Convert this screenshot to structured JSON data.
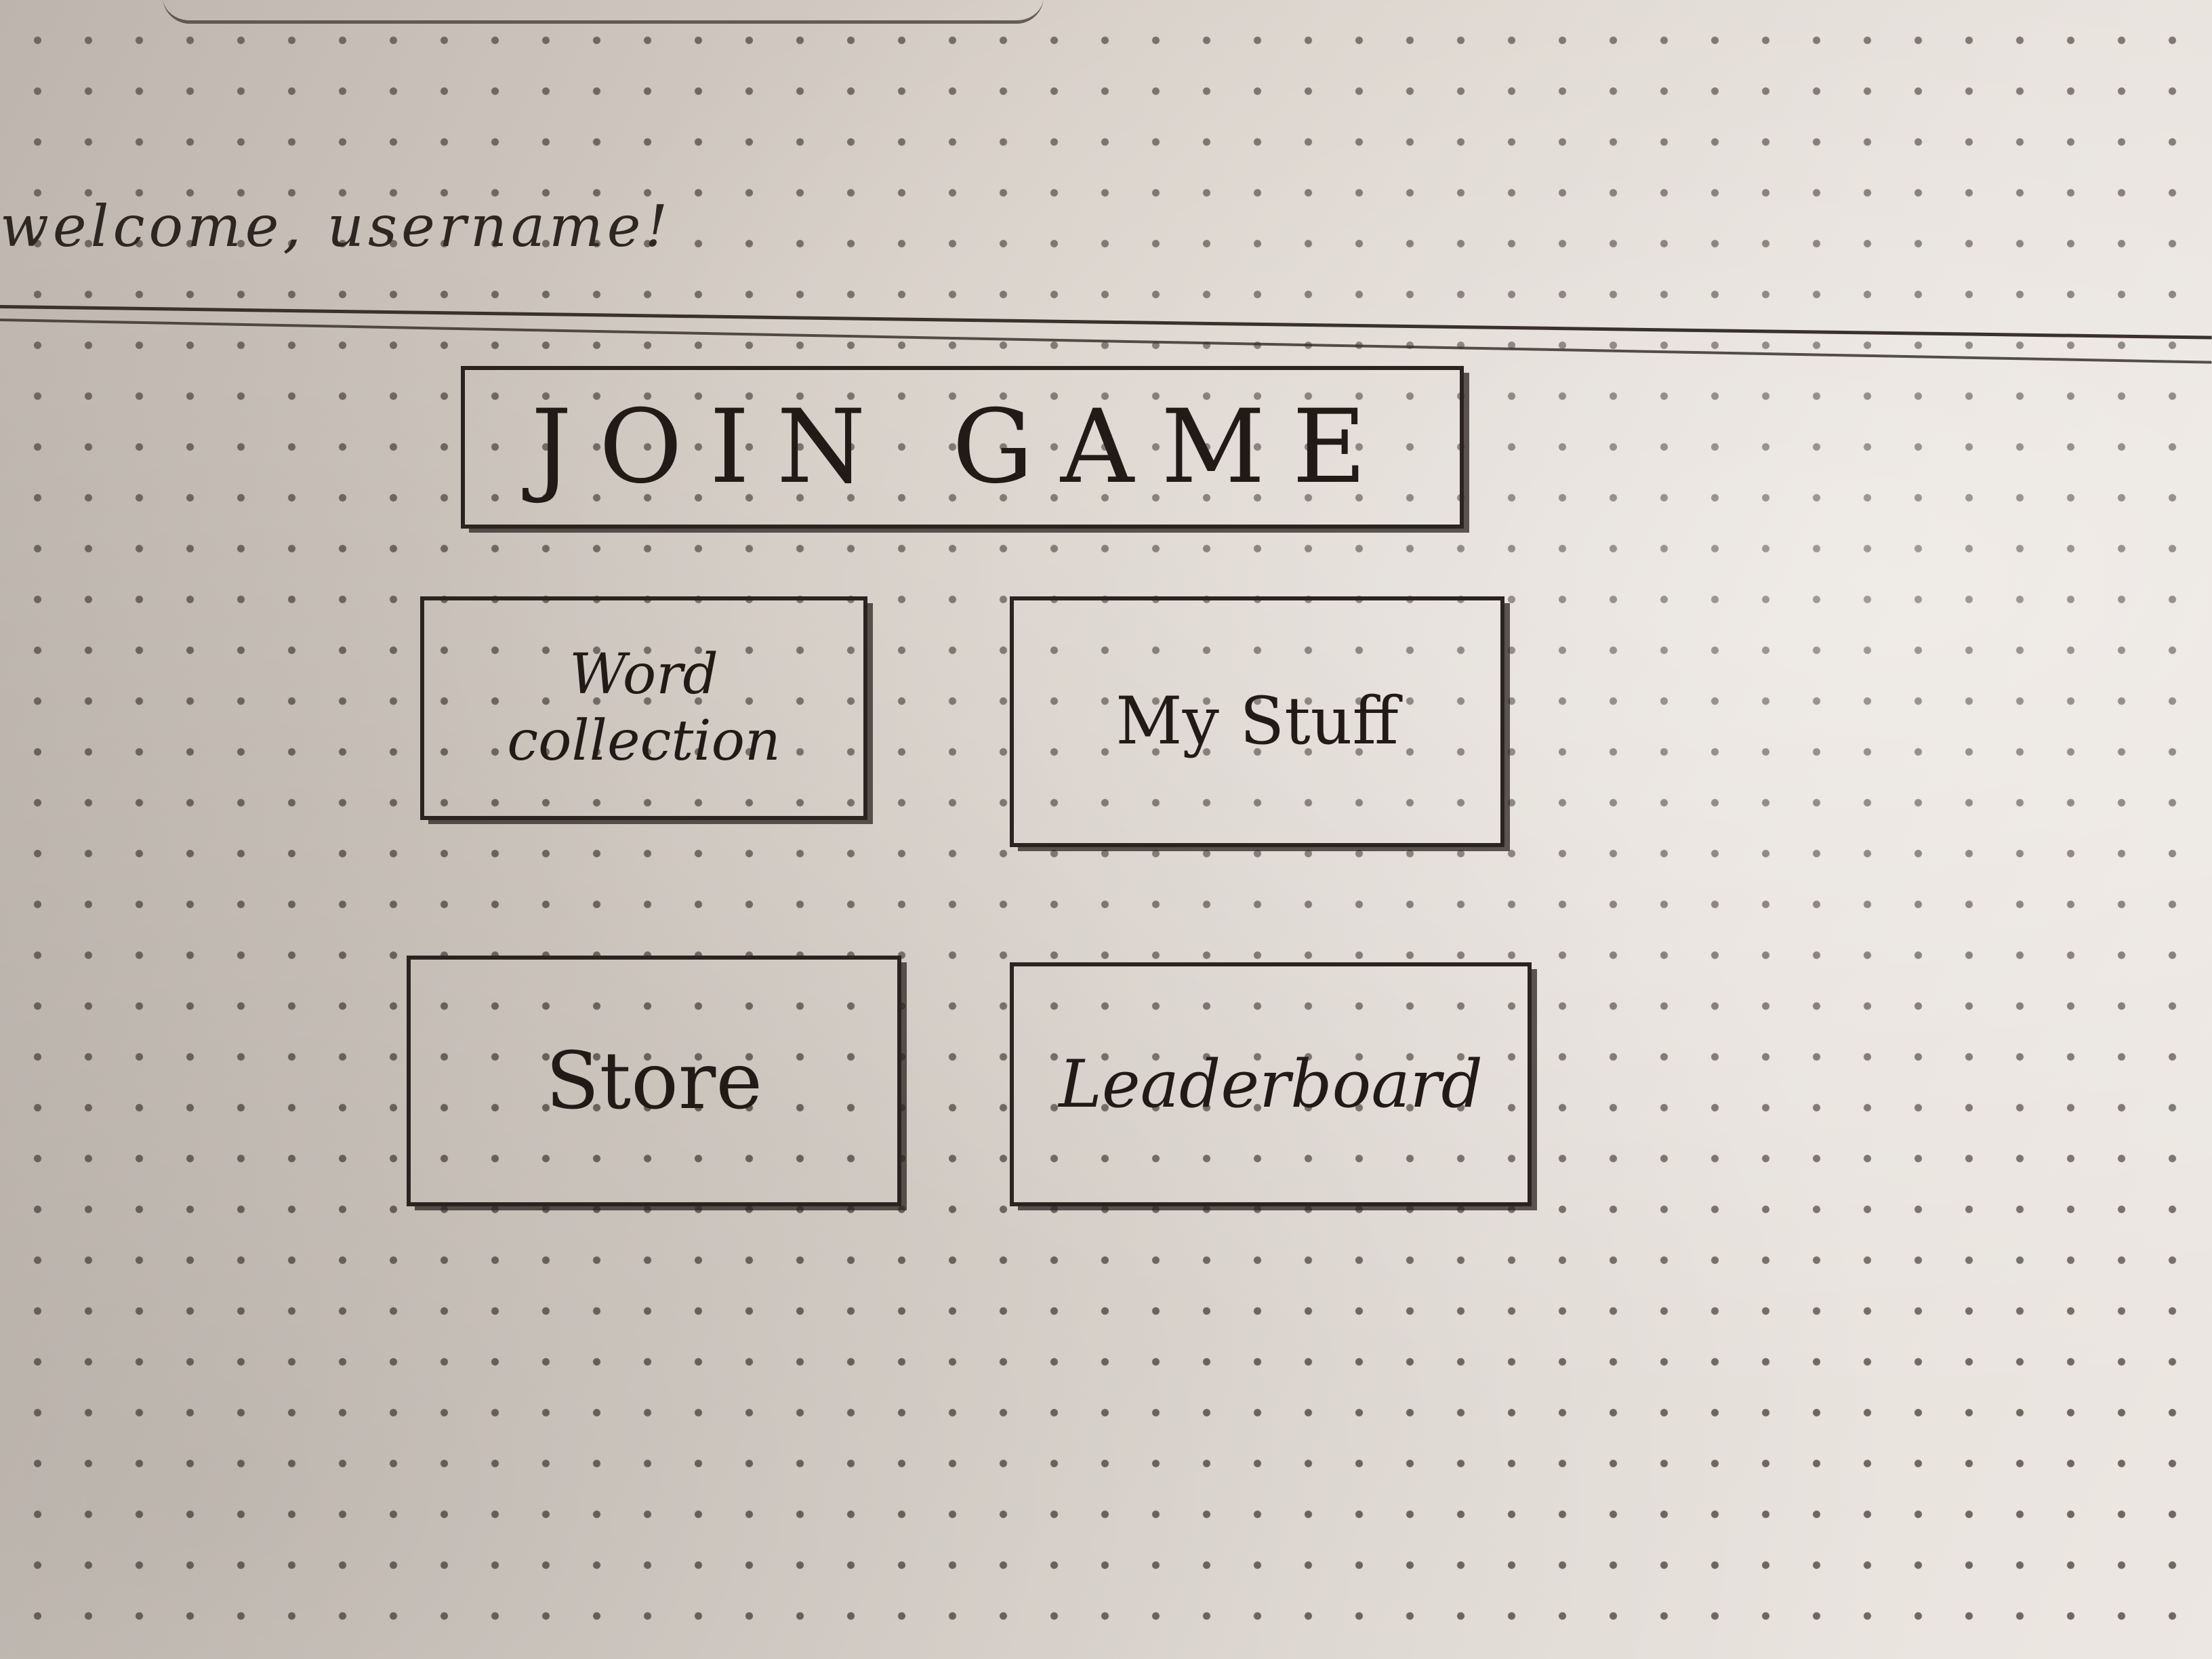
{
  "header": {
    "welcome_text": "welcome, username!"
  },
  "menu": {
    "join_game": "JOIN GAME",
    "word_collection": "Word collection",
    "my_stuff": "My Stuff",
    "store": "Store",
    "leaderboard": "Leaderboard"
  },
  "colors": {
    "ink": "#2b2320",
    "paper": "#d6cec6",
    "dots": "#6f6760"
  }
}
